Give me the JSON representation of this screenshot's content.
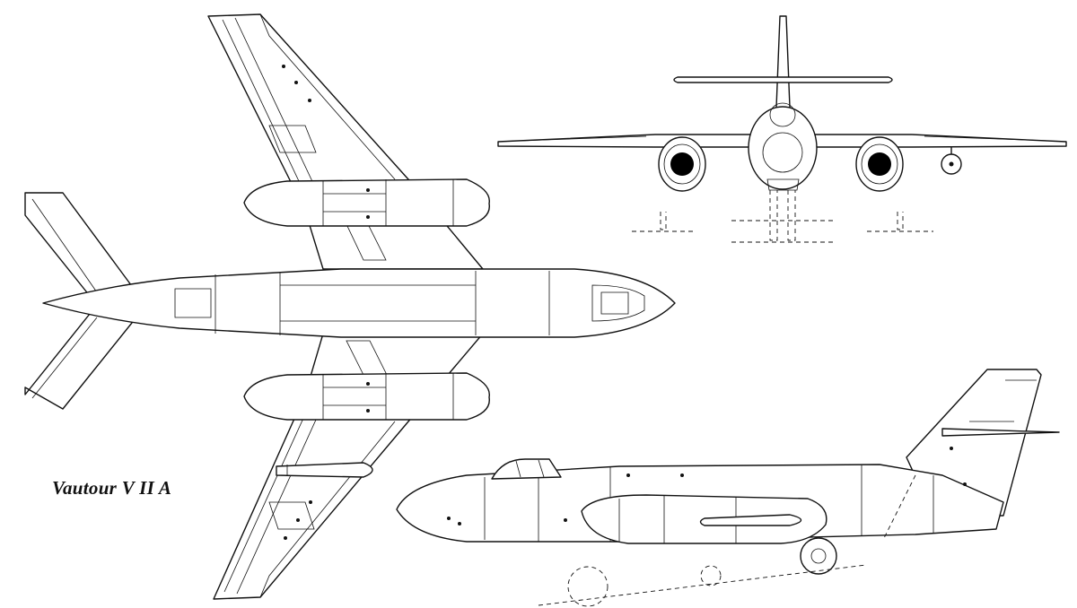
{
  "caption": "Vautour V II A",
  "views": {
    "plan": "plan-view",
    "front": "front-view",
    "side": "side-view"
  },
  "colors": {
    "ink": "#111111",
    "paper": "#ffffff"
  }
}
